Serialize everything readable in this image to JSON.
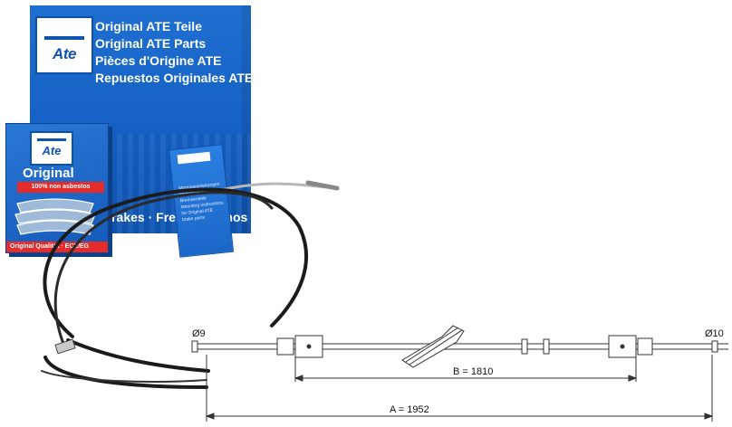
{
  "box": {
    "logo": "Ate",
    "lines": [
      "Original ATE Teile",
      "Original ATE Parts",
      "Pièces d'Origine ATE",
      "Repuestos Originales ATE"
    ],
    "strip_text": "Brakes · Freins · Frenos"
  },
  "pad_box": {
    "logo": "Ate",
    "title": "Original",
    "badge": "100% non asbestos",
    "quality": "Original Qualität · ECE/EG"
  },
  "leaflet": {
    "lines": [
      "Montageanleitungen",
      "Original ATE",
      "Bremsenteile",
      "Mounting instructions",
      "for Original ATE",
      "brake parts"
    ]
  },
  "drawing": {
    "left_end_label": "Ø9",
    "right_end_label": "Ø10",
    "dim_b_label": "B = 1810",
    "dim_a_label": "A = 1952"
  },
  "colors": {
    "ate_blue": "#1560c4",
    "ate_red": "#e62b2b",
    "cable_black": "#1b1b1b"
  }
}
